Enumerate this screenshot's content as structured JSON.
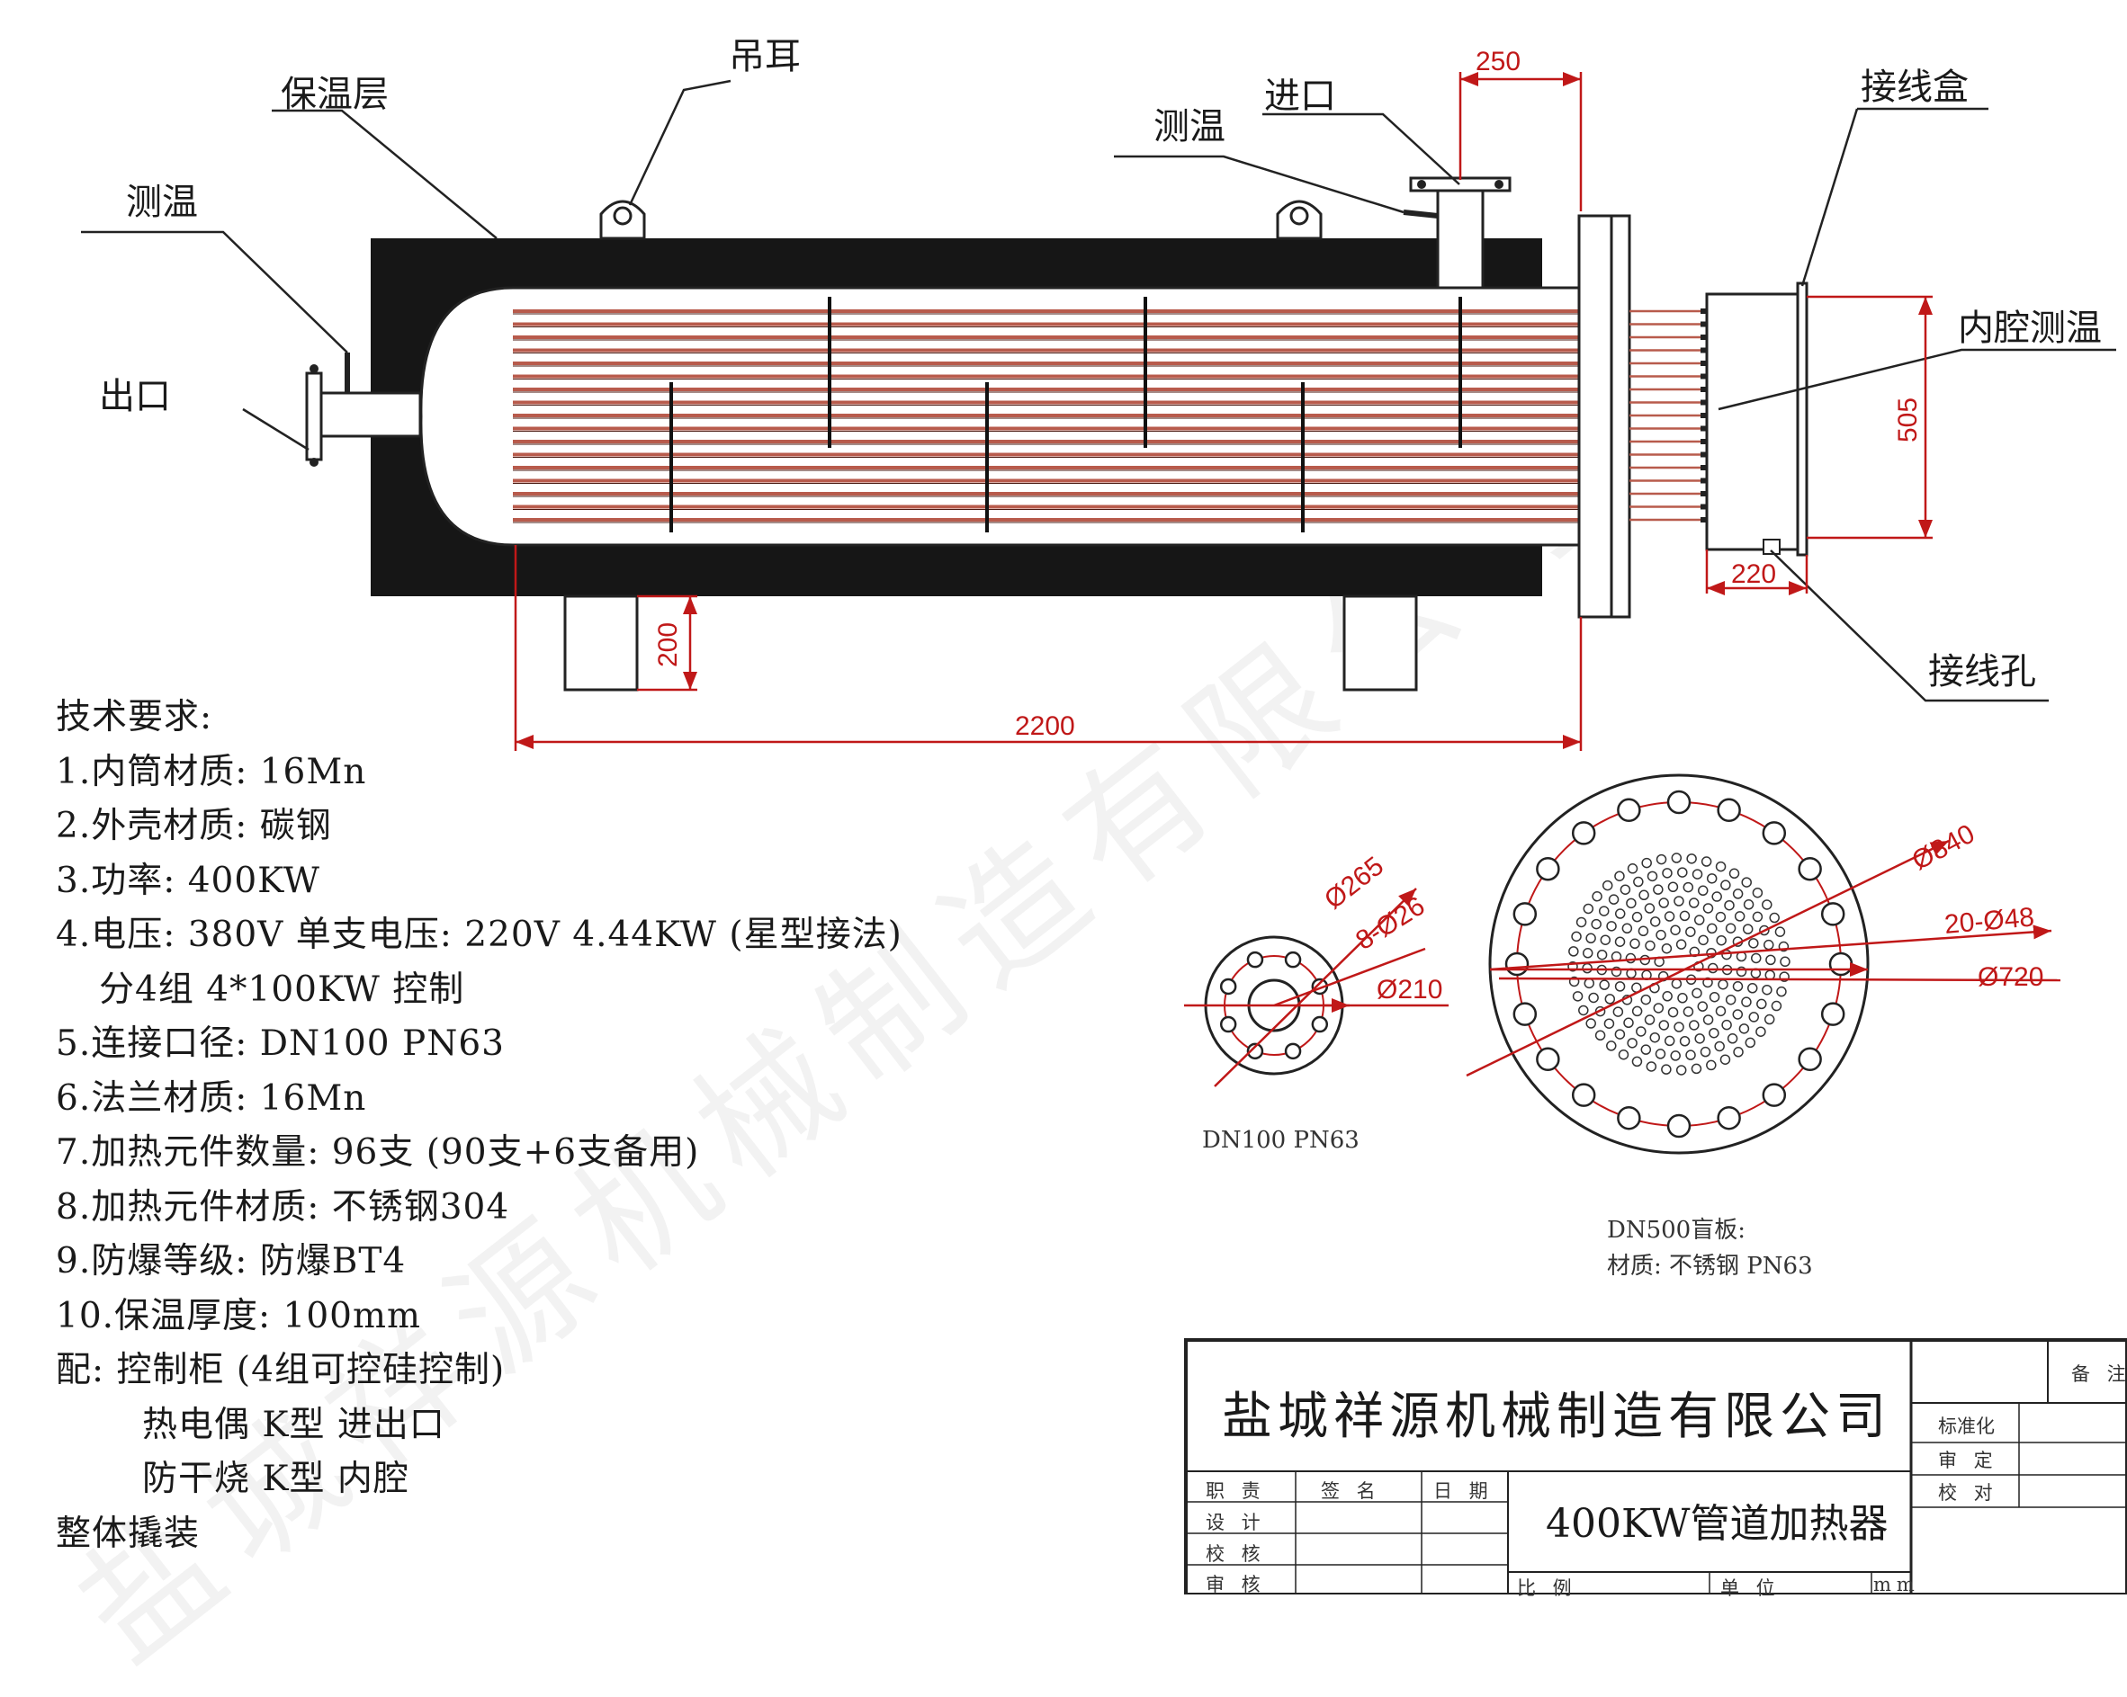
{
  "labels": {
    "insulation": "保温层",
    "lifting_lug": "吊耳",
    "temp_left": "测温",
    "outlet": "出口",
    "temp_inlet": "测温",
    "inlet": "进口",
    "junction_box": "接线盒",
    "inner_temp": "内腔测温",
    "wiring_hole": "接线孔"
  },
  "dimensions": {
    "d250": "250",
    "d505": "505",
    "d220": "220",
    "d200": "200",
    "d2200": "2200",
    "d265": "Ø265",
    "d8_26": "8-Ø26",
    "d210": "Ø210",
    "d840": "Ø840",
    "d20_48": "20-Ø48",
    "d720": "Ø720"
  },
  "flange_small_caption": "DN100 PN63",
  "blind_plate": {
    "line1": "DN500盲板:",
    "line2": "材质: 不锈钢   PN63"
  },
  "requirements": {
    "title": "技术要求:",
    "items": [
      "1.内筒材质: 16Mn",
      "2.外壳材质: 碳钢",
      "3.功率: 400KW",
      "4.电压: 380V   单支电压: 220V 4.44KW (星型接法)",
      "分4组 4*100KW 控制",
      "5.连接口径: DN100   PN63",
      "6.法兰材质: 16Mn",
      "7.加热元件数量: 96支 (90支+6支备用)",
      "8.加热元件材质: 不锈钢304",
      "9.防爆等级: 防爆BT4",
      "10.保温厚度: 100mm",
      "配: 控制柜 (4组可控硅控制)",
      "热电偶 K型 进出口",
      "防干烧 K型 内腔",
      "整体撬装"
    ]
  },
  "title_block": {
    "company": "盐城祥源机械制造有限公司",
    "product": "400KW管道加热器",
    "remark": "备 注",
    "standardization": "标准化",
    "review": "审 定",
    "proofread": "校 对",
    "duty": "职 责",
    "signature": "签 名",
    "date": "日 期",
    "design": "设 计",
    "check": "校 核",
    "audit": "审 核",
    "scale": "比 例",
    "unit": "单 位",
    "unit_value": "mm"
  },
  "watermark": "盐城祥源机械制造有限公司",
  "colors": {
    "insulation": "#161616",
    "tube": "#b85b4c",
    "dimension": "#c01818"
  }
}
